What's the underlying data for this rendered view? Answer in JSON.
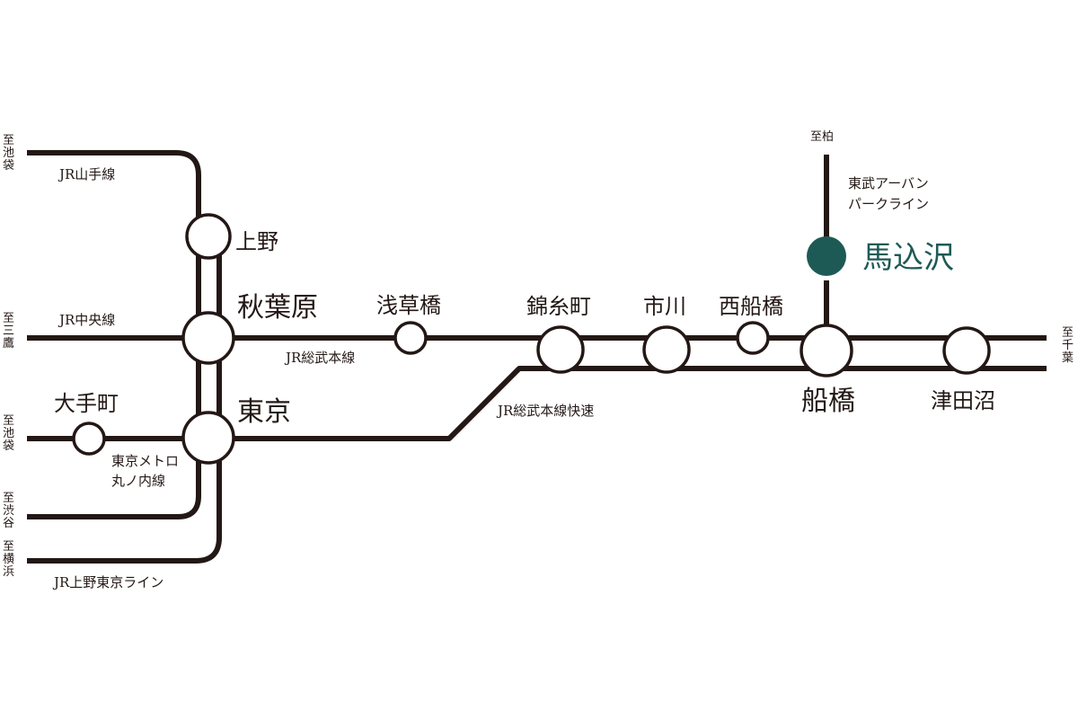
{
  "map": {
    "colors": {
      "line": "#231815",
      "station_fill": "#ffffff",
      "highlight": "#1e5a55"
    },
    "lines": {
      "yamanote": "JR山手線",
      "chuo": "JR中央線",
      "sobu": "JR総武本線",
      "sobu_rapid": "JR総武本線快速",
      "marunouchi_1": "東京メトロ",
      "marunouchi_2": "丸ノ内線",
      "ueno_tokyo": "JR上野東京ライン",
      "tobu_1": "東武アーバン",
      "tobu_2": "パークライン"
    },
    "stations": {
      "ueno": "上野",
      "akihabara": "秋葉原",
      "tokyo": "東京",
      "otemachi": "大手町",
      "asakusabashi": "浅草橋",
      "kinshicho": "錦糸町",
      "ichikawa": "市川",
      "nishifunabashi": "西船橋",
      "funabashi": "船橋",
      "tsudanuma": "津田沼",
      "magomezawa": "馬込沢"
    },
    "directions": {
      "ikebukuro_1": [
        "至",
        "池",
        "袋"
      ],
      "mitaka": [
        "至",
        "三",
        "鷹"
      ],
      "ikebukuro_2": [
        "至",
        "池",
        "袋"
      ],
      "shibuya": [
        "至",
        "渋",
        "谷"
      ],
      "yokohama": [
        "至",
        "横",
        "浜"
      ],
      "chiba": [
        "至",
        "千",
        "葉"
      ],
      "kashiwa": "至柏"
    }
  }
}
